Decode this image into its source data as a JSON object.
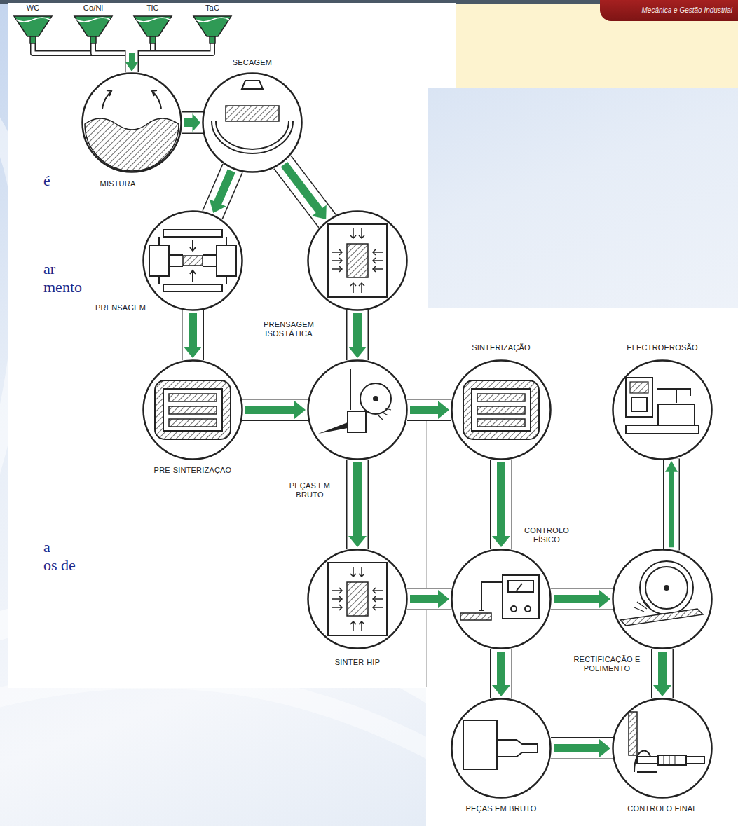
{
  "diagram": {
    "nodes": [
      {
        "text": [
          "WC"
        ]
      },
      {
        "text": [
          "Co/Ni"
        ]
      },
      {
        "text": [
          "TiC"
        ]
      },
      {
        "text": [
          "TaC"
        ]
      },
      {
        "text": [
          "MISTURA"
        ]
      },
      {
        "text": [
          "SECAGEM"
        ]
      },
      {
        "text": [
          "PRENSAGEM"
        ]
      },
      {
        "text": [
          "PRENSAGEM ISOSTÁTICA"
        ]
      },
      {
        "text": [
          "PRE-SINTERIZAÇAO"
        ]
      },
      {
        "text": [
          "PEÇAS EM BRUTO"
        ]
      },
      {
        "text": [
          "SINTERIZAÇÃO"
        ]
      },
      {
        "text": [
          "ELECTROEROSÃO"
        ]
      },
      {
        "text": [
          "CONTROLO FÍSICO"
        ]
      },
      {
        "text": [
          "RECTIFICAÇÃO E POLIMENTO"
        ]
      },
      {
        "text": [
          "SINTER-HIP"
        ]
      },
      {
        "text": [
          "PEÇAS EM BRUTO"
        ]
      },
      {
        "text": [
          "CONTROLO FINAL"
        ]
      }
    ],
    "edges": [
      {
        "from": 0,
        "to": 4,
        "arrow": "to"
      },
      {
        "from": 1,
        "to": 4,
        "arrow": "to"
      },
      {
        "from": 2,
        "to": 4,
        "arrow": "to"
      },
      {
        "from": 3,
        "to": 4,
        "arrow": "to"
      },
      {
        "from": 4,
        "to": 5,
        "arrow": "to"
      },
      {
        "from": 5,
        "to": 6,
        "arrow": "to"
      },
      {
        "from": 5,
        "to": 7,
        "arrow": "to"
      },
      {
        "from": 6,
        "to": 8,
        "arrow": "to"
      },
      {
        "from": 7,
        "to": 9,
        "arrow": "to"
      },
      {
        "from": 8,
        "to": 9,
        "arrow": "to"
      },
      {
        "from": 9,
        "to": 10,
        "arrow": "to"
      },
      {
        "from": 9,
        "to": 14,
        "arrow": "to"
      },
      {
        "from": 10,
        "to": 12,
        "arrow": "to"
      },
      {
        "from": 14,
        "to": 12,
        "arrow": "to"
      },
      {
        "from": 12,
        "to": 13,
        "arrow": "to"
      },
      {
        "from": 11,
        "to": 13,
        "arrow": "to"
      },
      {
        "from": 13,
        "to": 11,
        "arrow": "to"
      },
      {
        "from": 12,
        "to": 15,
        "arrow": "to"
      },
      {
        "from": 13,
        "to": 16,
        "arrow": "to"
      },
      {
        "from": 15,
        "to": 16,
        "arrow": "to"
      }
    ],
    "labels": [
      "Mecânica e Gestão Industrial",
      "é",
      "ar",
      "mento",
      "a",
      "os de"
    ]
  }
}
